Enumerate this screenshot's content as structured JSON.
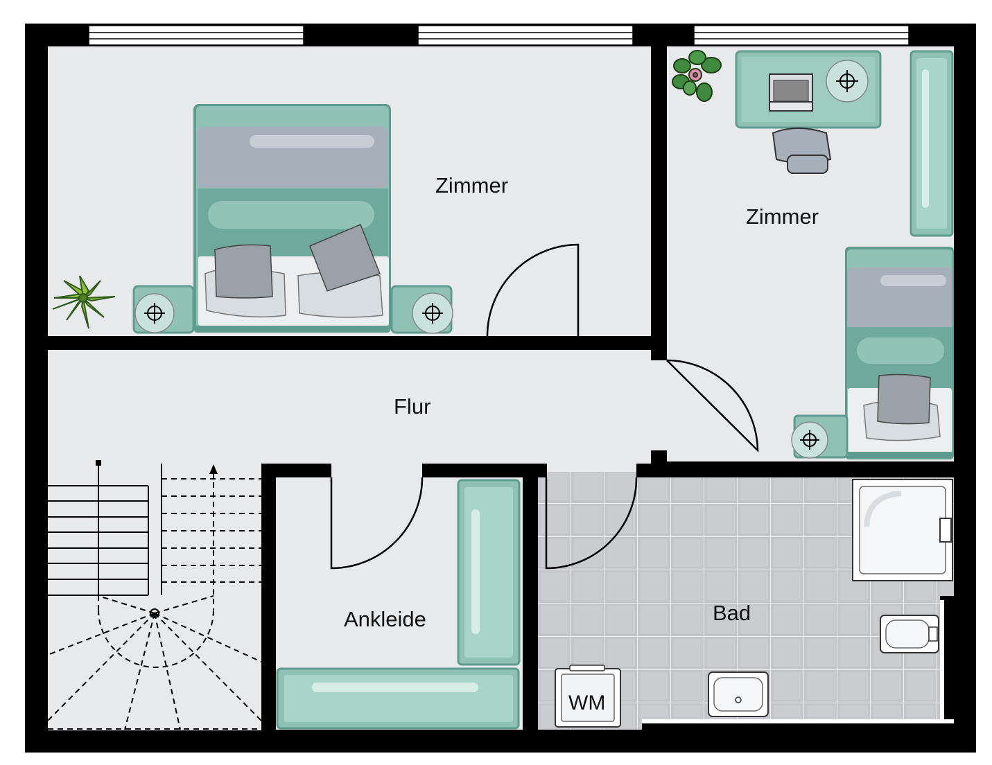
{
  "rooms": {
    "bedroom_left": "Zimmer",
    "bedroom_right": "Zimmer",
    "hallway": "Flur",
    "dressing_room": "Ankleide",
    "bathroom": "Bad"
  },
  "appliances": {
    "washing_machine": "WM"
  },
  "colors": {
    "wall": "#000000",
    "floor": "#e8e9eb",
    "furniture_teal": "#8fc2b5",
    "furniture_dark_teal": "#5e9c8f",
    "bedding_grey": "#a7afba",
    "pillow_grey": "#9aa1a8",
    "bath_tile": "#bfc1c4"
  },
  "icons": [
    "plant-icon",
    "laptop-icon",
    "lamp-icon",
    "stair-arrow-icon"
  ]
}
